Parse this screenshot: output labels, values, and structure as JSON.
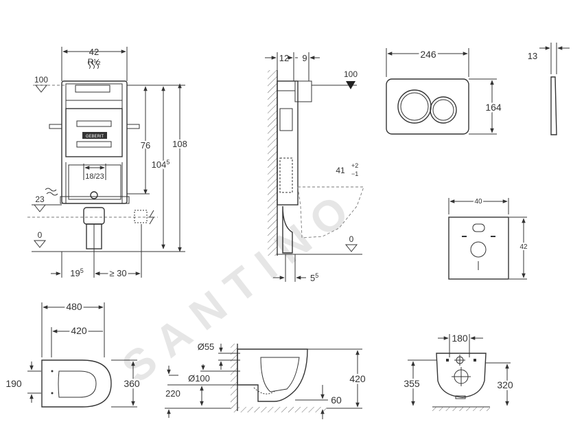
{
  "frame_front": {
    "width": "42",
    "thread": "R½",
    "height_top": "100",
    "h1": "76",
    "h2_base": "104",
    "h2_sup": "5",
    "h3": "108",
    "pipe_gap": "18/23",
    "level_23": "23",
    "level_0": "0",
    "offset_base": "19",
    "offset_sup": "5",
    "offset_min": "≥ 30"
  },
  "frame_side": {
    "d12": "12",
    "d9": "9",
    "level_100": "100",
    "range_base": "41",
    "range_plus": "+2",
    "range_minus": "−1",
    "level_0": "0",
    "d55_base": "5",
    "d55_sup": "5"
  },
  "plate": {
    "width": "246",
    "height": "164",
    "thickness": "13"
  },
  "mat": {
    "width": "40",
    "height": "42"
  },
  "bowl_top": {
    "w480": "480",
    "w420": "420",
    "h190": "190",
    "h360": "360"
  },
  "bowl_side": {
    "d55": "Ø55",
    "d100": "Ø100",
    "h220": "220",
    "h420": "420",
    "h60": "60"
  },
  "bowl_back": {
    "w180": "180",
    "h355": "355",
    "h320": "320"
  },
  "watermark": "SANTINO",
  "logo_text": "GEBERIT"
}
